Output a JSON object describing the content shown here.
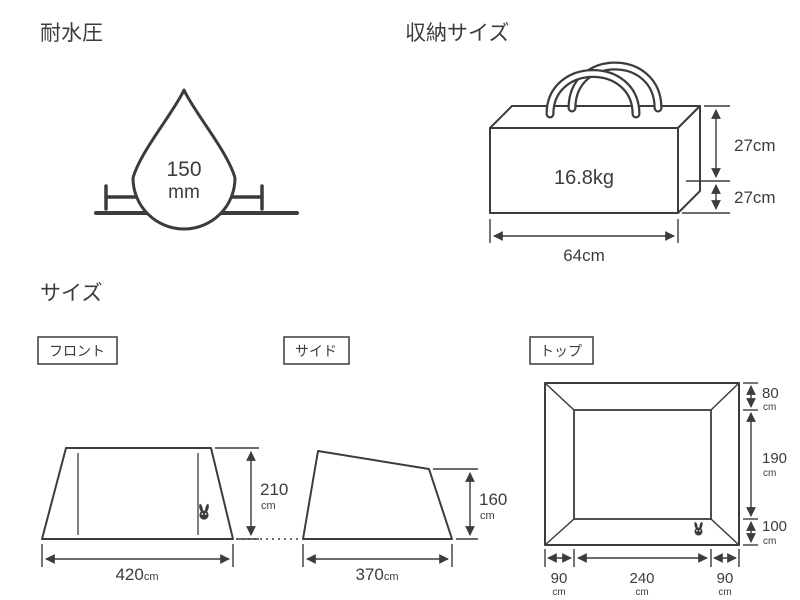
{
  "water": {
    "title": "耐水圧",
    "value": "150",
    "unit": "mm"
  },
  "storage": {
    "title": "収納サイズ",
    "weight": "16.8kg",
    "height_label": "27cm",
    "depth_label": "27cm",
    "width_label": "64cm"
  },
  "size": {
    "title": "サイズ",
    "front": {
      "tab": "フロント",
      "height": "210",
      "height_unit": "cm",
      "width": "420",
      "width_unit": "cm"
    },
    "side": {
      "tab": "サイド",
      "height": "160",
      "height_unit": "cm",
      "width": "370",
      "width_unit": "cm"
    },
    "top": {
      "tab": "トップ",
      "right_dims": [
        {
          "v": "80",
          "u": "cm"
        },
        {
          "v": "190",
          "u": "cm"
        },
        {
          "v": "100",
          "u": "cm"
        }
      ],
      "bottom_dims": [
        {
          "v": "90",
          "u": "cm"
        },
        {
          "v": "240",
          "u": "cm"
        },
        {
          "v": "90",
          "u": "cm"
        }
      ]
    }
  }
}
